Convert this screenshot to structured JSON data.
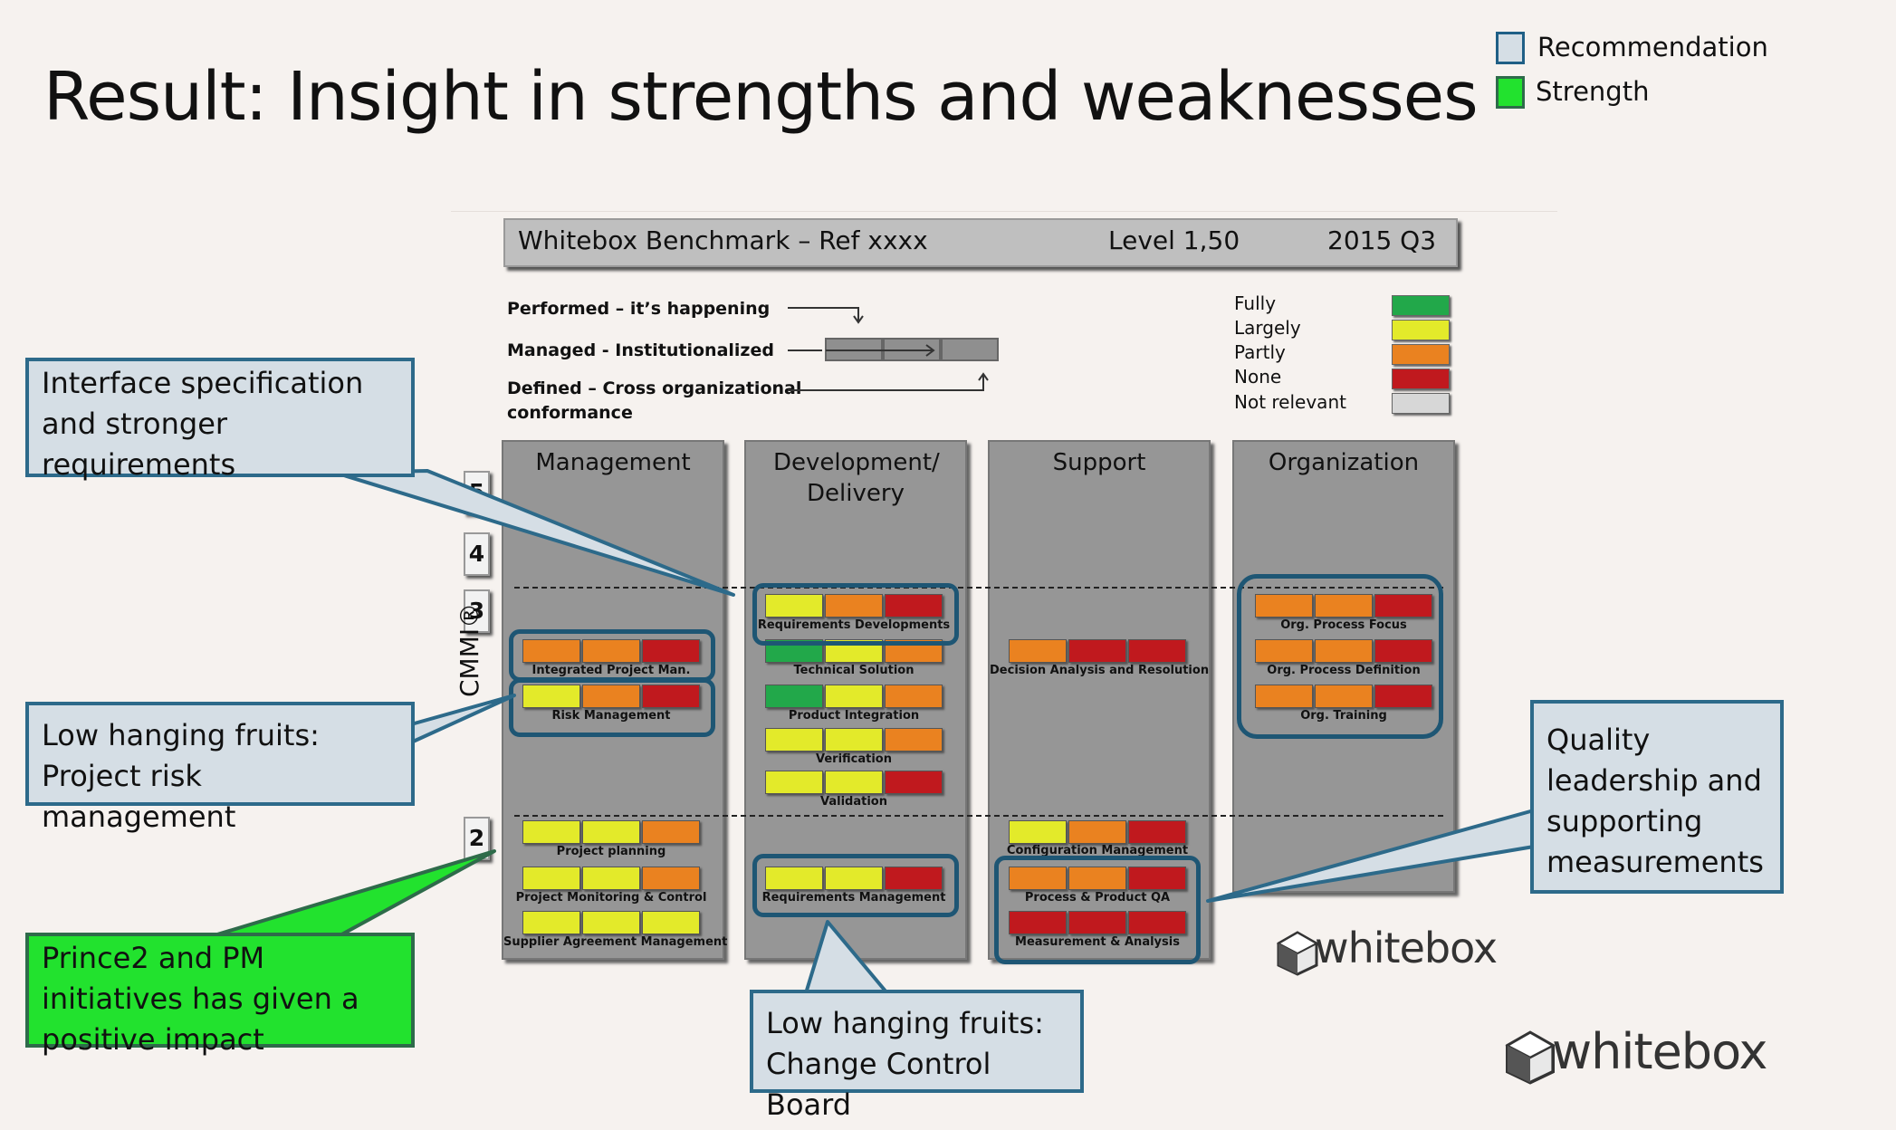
{
  "title": "Result: Insight in strengths and weaknesses",
  "legend": [
    {
      "label": "Recommendation",
      "color": "#d5dee5"
    },
    {
      "label": "Strength",
      "color": "#22e22e"
    }
  ],
  "header": {
    "name": "Whitebox Benchmark – Ref xxxx",
    "level": "Level 1,50",
    "period": "2015 Q3"
  },
  "key": {
    "performed": "Performed – it’s happening",
    "managed": "Managed - Institutionalized",
    "defined_line1": "Defined – Cross organizational",
    "defined_line2": "conformance"
  },
  "maturity": [
    {
      "label": "Fully",
      "color": "#22a84a"
    },
    {
      "label": "Largely",
      "color": "#e3ea2a"
    },
    {
      "label": "Partly",
      "color": "#ea8220"
    },
    {
      "label": "None",
      "color": "#c0191e"
    },
    {
      "label": "Not relevant",
      "color": "#d7d7d7"
    }
  ],
  "levels": [
    "5",
    "4",
    "3",
    "2"
  ],
  "cmmi_label": "CMMI®",
  "columns": {
    "management": "Management",
    "development": "Development/ Delivery",
    "support": "Support",
    "organization": "Organization"
  },
  "process_areas": {
    "integrated_project": {
      "label": "Integrated Project Man.",
      "ratings": [
        "Partly",
        "Partly",
        "None"
      ]
    },
    "risk_management": {
      "label": "Risk Management",
      "ratings": [
        "Largely",
        "Partly",
        "None"
      ]
    },
    "project_planning": {
      "label": "Project planning",
      "ratings": [
        "Largely",
        "Largely",
        "Partly"
      ]
    },
    "project_monitoring": {
      "label": "Project Monitoring & Control",
      "ratings": [
        "Largely",
        "Largely",
        "Partly"
      ]
    },
    "supplier_agreement": {
      "label": "Supplier Agreement Management",
      "ratings": [
        "Largely",
        "Largely",
        "Largely"
      ]
    },
    "requirements_development": {
      "label": "Requirements Developments",
      "ratings": [
        "Largely",
        "Partly",
        "None"
      ]
    },
    "technical_solution": {
      "label": "Technical Solution",
      "ratings": [
        "Fully",
        "Largely",
        "Partly"
      ]
    },
    "product_integration": {
      "label": "Product Integration",
      "ratings": [
        "Fully",
        "Largely",
        "Partly"
      ]
    },
    "verification": {
      "label": "Verification",
      "ratings": [
        "Largely",
        "Largely",
        "Partly"
      ]
    },
    "validation": {
      "label": "Validation",
      "ratings": [
        "Largely",
        "Largely",
        "None"
      ]
    },
    "requirements_management": {
      "label": "Requirements Management",
      "ratings": [
        "Largely",
        "Largely",
        "None"
      ]
    },
    "decision_analysis": {
      "label": "Decision Analysis and Resolution",
      "ratings": [
        "Partly",
        "None",
        "None"
      ]
    },
    "configuration_management": {
      "label": "Configuration Management",
      "ratings": [
        "Largely",
        "Partly",
        "None"
      ]
    },
    "process_product_qa": {
      "label": "Process & Product QA",
      "ratings": [
        "Partly",
        "Partly",
        "None"
      ]
    },
    "measurement_analysis": {
      "label": "Measurement & Analysis",
      "ratings": [
        "None",
        "None",
        "None"
      ]
    },
    "org_process_focus": {
      "label": "Org. Process Focus",
      "ratings": [
        "Partly",
        "Partly",
        "None"
      ]
    },
    "org_process_definition": {
      "label": "Org. Process Definition",
      "ratings": [
        "Partly",
        "Partly",
        "None"
      ]
    },
    "org_training": {
      "label": "Org. Training",
      "ratings": [
        "Partly",
        "Partly",
        "None"
      ]
    }
  },
  "callouts": {
    "interface": "Interface specification and stronger requirements",
    "risk": "Low hanging fruits: Project risk management",
    "prince2": "Prince2 and PM initiatives has given a positive impact",
    "ccb": "Low hanging fruits: Change Control Board",
    "quality": "Quality leadership and supporting measurements"
  },
  "logo_text": "whitebox"
}
